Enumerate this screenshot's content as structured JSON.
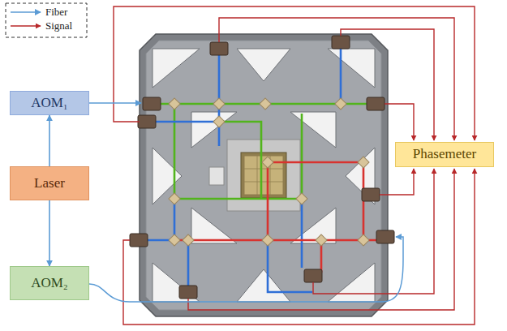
{
  "diagram": {
    "nodes": [
      {
        "text": [
          "AOM₁"
        ]
      },
      {
        "text": [
          "Laser"
        ]
      },
      {
        "text": [
          "AOM₂"
        ]
      },
      {
        "text": [
          "Phasemeter"
        ]
      }
    ],
    "edges": [
      {
        "from": 1,
        "to": 0,
        "arrow": "to"
      },
      {
        "from": 1,
        "to": 2,
        "arrow": "to"
      }
    ],
    "legend": [
      {
        "text": "Fiber"
      },
      {
        "text": "Signal"
      }
    ]
  }
}
